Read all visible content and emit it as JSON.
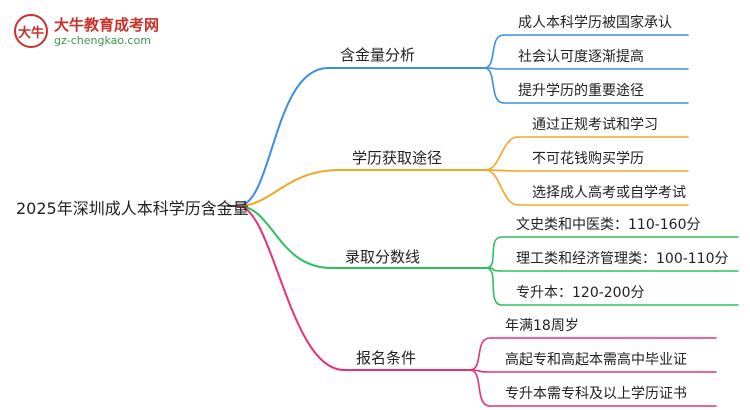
{
  "logo": {
    "mark": "大牛",
    "name": "大牛教育成考网",
    "url": "gz-chengkao.com"
  },
  "root": "2025年深圳成人本科学历含金量",
  "branches": [
    {
      "label": "含金量分析",
      "color": "#3b8fe0",
      "leaves": [
        "成人本科学历被国家承认",
        "社会认可度逐渐提高",
        "提升学历的重要途径"
      ]
    },
    {
      "label": "学历获取途径",
      "color": "#f0a823",
      "leaves": [
        "通过正规考试和学习",
        "不可花钱购买学历",
        "选择成人高考或自学考试"
      ]
    },
    {
      "label": "录取分数线",
      "color": "#2fbf5f",
      "leaves": [
        "文史类和中医类：110-160分",
        "理工类和经济管理类：100-110分",
        "专升本：120-200分"
      ]
    },
    {
      "label": "报名条件",
      "color": "#ea2f7a",
      "leaves": [
        "年满18周岁",
        "高起专和高起本需高中毕业证",
        "专升本需专科及以上学历证书"
      ]
    }
  ]
}
